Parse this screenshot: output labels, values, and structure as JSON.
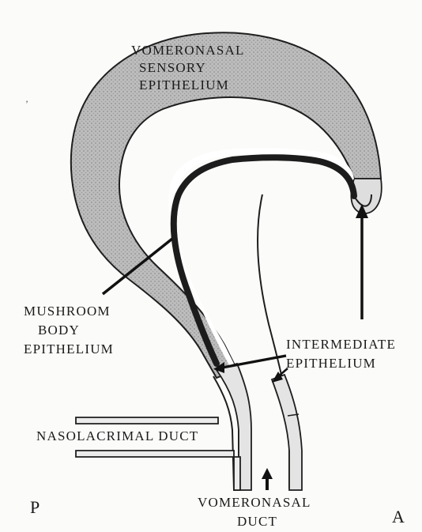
{
  "labels": {
    "vno_sensory": [
      "VOMERONASAL",
      "SENSORY",
      "EPITHELIUM"
    ],
    "mushroom": [
      "MUSHROOM",
      "BODY",
      "EPITHELIUM"
    ],
    "intermediate": [
      "INTERMEDIATE",
      "EPITHELIUM"
    ],
    "nasolacrimal": "NASOLACRIMAL DUCT",
    "vno_duct": [
      "VOMERONASAL",
      "DUCT"
    ],
    "posterior": "P",
    "anterior": "A"
  },
  "colors": {
    "sensory_fill": "#b9b9b9",
    "intermediate_fill": "#dedede",
    "mushroom_band": "#1c1c1c",
    "outline": "#1e1e1e",
    "background": "#fbfbf9"
  }
}
